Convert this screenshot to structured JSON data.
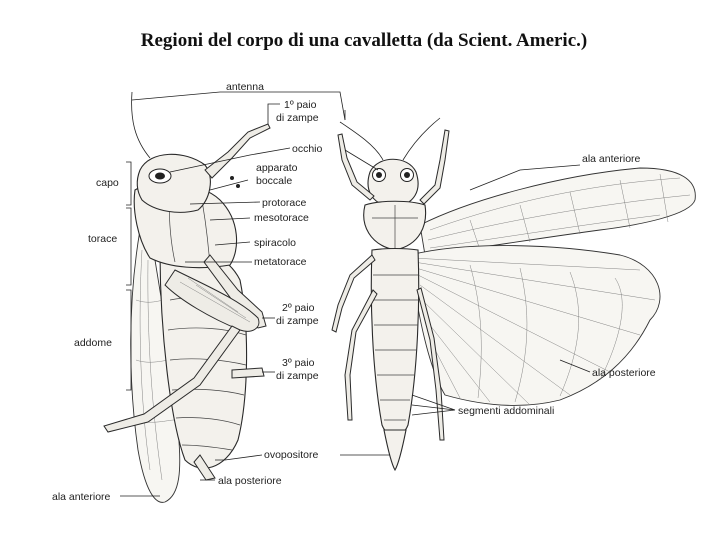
{
  "title": "Regioni del corpo di una cavalletta (da Scient. Americ.)",
  "labels": {
    "antenna": "antenna",
    "paio1_a": "1º paio",
    "paio1_b": "di zampe",
    "occhio": "occhio",
    "apparato_a": "apparato",
    "apparato_b": "boccale",
    "protorace": "protorace",
    "mesotorace": "mesotorace",
    "spiracolo": "spiracolo",
    "metatorace": "metatorace",
    "capo": "capo",
    "torace": "torace",
    "addome": "addome",
    "paio2_a": "2º paio",
    "paio2_b": "di zampe",
    "paio3_a": "3º paio",
    "paio3_b": "di zampe",
    "ovopositore": "ovopositore",
    "ala_posteriore_side": "ala posteriore",
    "ala_anteriore_side": "ala anteriore",
    "ala_anteriore_top": "ala anteriore",
    "ala_posteriore_top": "ala posteriore",
    "segmenti": "segmenti addominali"
  }
}
